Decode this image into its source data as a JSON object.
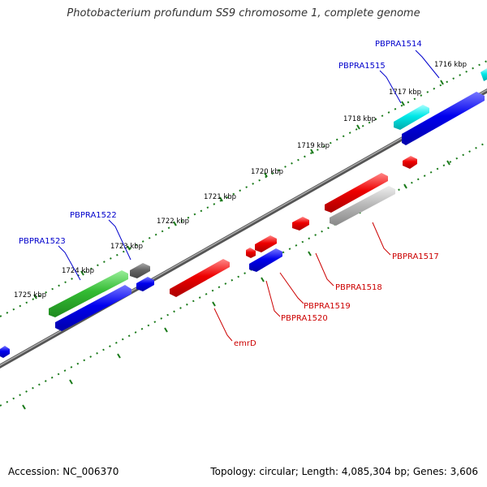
{
  "title": "Photobacterium profundum SS9 chromosome 1, complete genome",
  "footer": {
    "accession": "Accession: NC_006370",
    "summary": "Topology: circular; Length: 4,085,304 bp; Genes: 3,606"
  },
  "colors": {
    "backbone": "#808080",
    "ticks": "#1a7a1a",
    "forward_label": "#0000cc",
    "reverse_label": "#cc0000",
    "blue": "#0000ee",
    "cyan": "#00e0e0",
    "green": "#33bb33",
    "red": "#ee0000",
    "gray": "#666666",
    "light_gray": "#bbbbbb"
  },
  "kbp_labels": [
    "1716 kbp",
    "1717 kbp",
    "1718 kbp",
    "1719 kbp",
    "1720 kbp",
    "1721 kbp",
    "1722 kbp",
    "1723 kbp",
    "1724 kbp",
    "1725 kbp"
  ],
  "gene_labels": {
    "forward": [
      "PBPRA1514",
      "PBPRA1515",
      "PBPRA1522",
      "PBPRA1523"
    ],
    "reverse": [
      "PBPRA1517",
      "PBPRA1518",
      "PBPRA1519",
      "PBPRA1520",
      "emrD"
    ]
  }
}
